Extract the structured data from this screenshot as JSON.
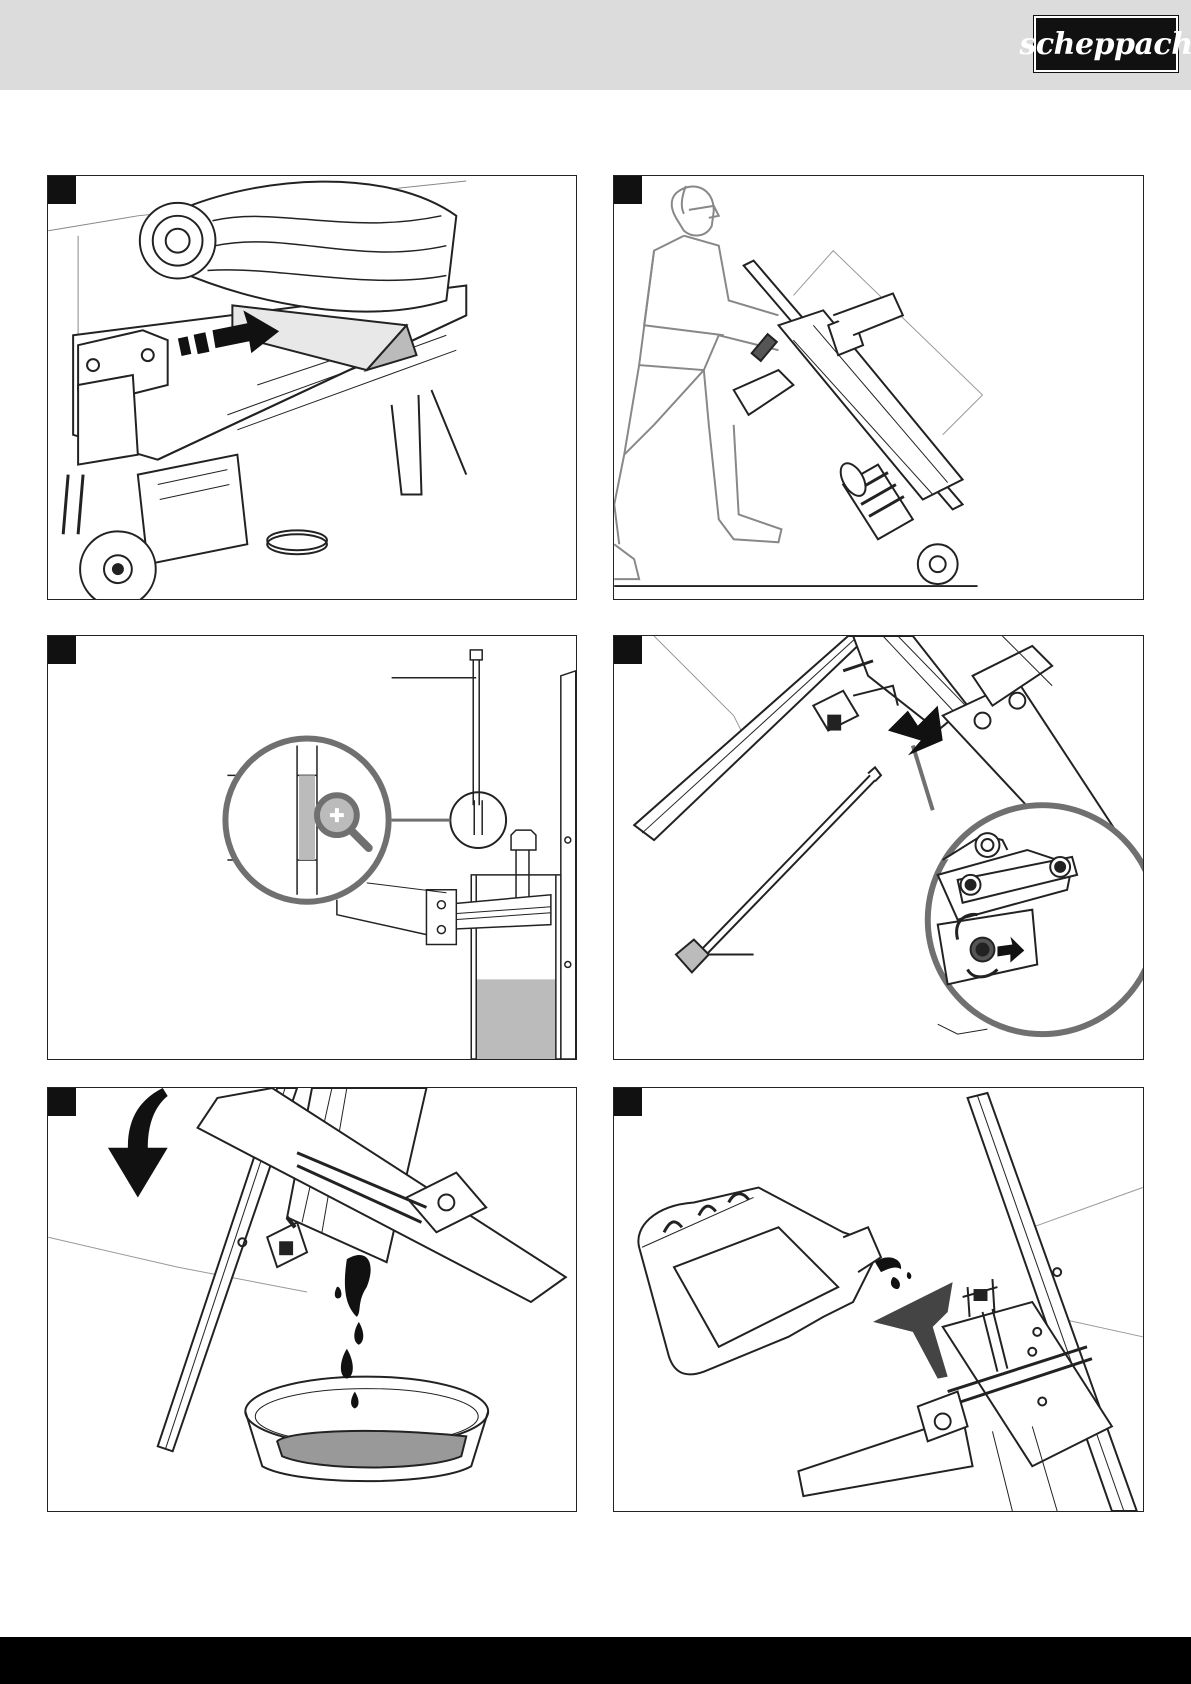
{
  "header": {
    "brand": "scheppach"
  },
  "figures": [
    {
      "id": 1,
      "label": "",
      "icon": "log-on-splitter-illustration"
    },
    {
      "id": 2,
      "label": "",
      "icon": "person-transporting-splitter-illustration"
    },
    {
      "id": 3,
      "label": "",
      "icon": "oil-level-dipstick-illustration"
    },
    {
      "id": 4,
      "label": "",
      "icon": "remove-oil-plug-illustration"
    },
    {
      "id": 5,
      "label": "",
      "icon": "drain-oil-into-pan-illustration"
    },
    {
      "id": 6,
      "label": "",
      "icon": "refill-oil-with-funnel-illustration"
    }
  ],
  "colors": {
    "header_band": "#dcdcdc",
    "footer_band": "#000000",
    "logo_bg": "#111111",
    "line": "#222222",
    "grey_fill": "#bbbbbb",
    "loupe_ring": "#707070"
  }
}
